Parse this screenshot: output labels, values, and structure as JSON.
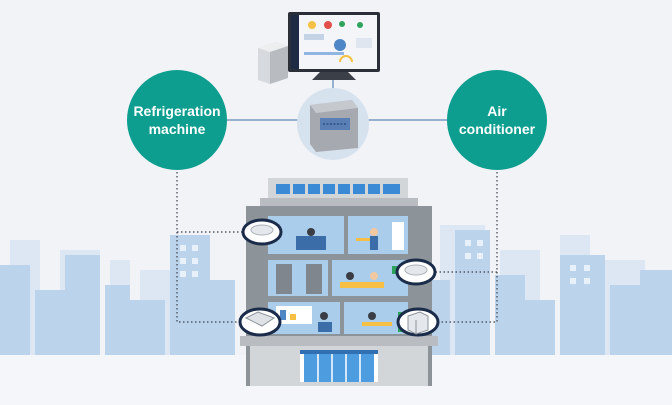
{
  "nodes": {
    "refrigeration": {
      "line1": "Refrigeration",
      "line2": "machine"
    },
    "air_conditioner": {
      "line1": "Air",
      "line2": "conditioner"
    }
  },
  "colors": {
    "circle": "#0e9e8f",
    "background": "#eef1f6",
    "city_light": "#dbe6f4",
    "city_mid": "#b9d0ea",
    "building_gray": "#8d9499",
    "building_light": "#c9cdd1",
    "room_blue": "#9cc3e6",
    "dotted_line": "#3b3f4a"
  }
}
